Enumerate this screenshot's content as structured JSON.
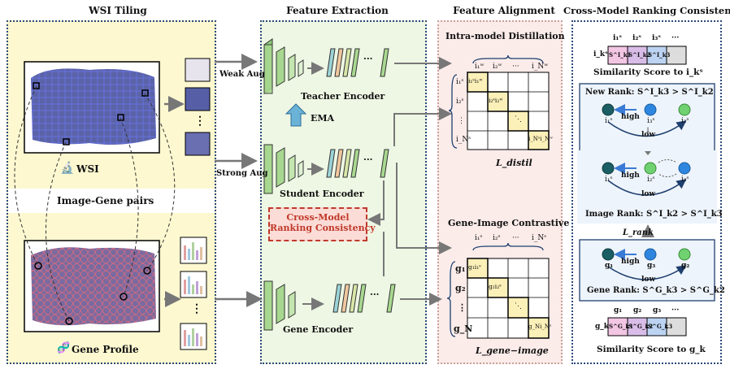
{
  "sections": {
    "wsi_tiling": "WSI Tiling",
    "feature_extraction": "Feature Extraction",
    "feature_alignment": "Feature Alignment",
    "cross_model": "Cross-Model Ranking Consistency"
  },
  "wsi": {
    "label": "WSI",
    "pairs_label": "Image-Gene pairs",
    "gene_profile": "Gene Profile",
    "dots": "⋮"
  },
  "arrows": {
    "weak_aug": "Weak Aug",
    "strong_aug": "Strong Aug"
  },
  "encoders": {
    "teacher": "Teacher Encoder",
    "student": "Student Encoder",
    "gene": "Gene Encoder",
    "ema": "EMA",
    "ellipsis": "···"
  },
  "cmrc_box": {
    "line1": "Cross-Model",
    "line2": "Ranking Consistency"
  },
  "intra": {
    "title": "Intra-model Distillation",
    "col_headers": [
      "i₁ʷ",
      "i₂ʷ",
      "···",
      "i_Nʷ"
    ],
    "row_headers": [
      "i₁ˢ",
      "i₂ˢ",
      "⋮",
      "i_Nˢ"
    ],
    "diag": [
      "i₁ˢi₁ʷ",
      "i₂ˢi₂ʷ",
      "⋱",
      "i_Nˢi_Nʷ"
    ],
    "loss": "L_distil"
  },
  "contrastive": {
    "title": "Gene-Image Contrastive",
    "col_headers": [
      "i₁ˢ",
      "i₂ˢ",
      "···",
      "i_Nˢ"
    ],
    "row_headers": [
      "g₁",
      "g₂",
      "⋮",
      "g_N"
    ],
    "diag": [
      "g₁i₁ˢ",
      "g₂i₂ˢ",
      "⋱",
      "g_Ni_Nˢ"
    ],
    "loss": "L_gene−image"
  },
  "ranking": {
    "top_headers": [
      "i₁ˢ",
      "i₂ˢ",
      "i₃ˢ",
      "···"
    ],
    "top_row_label": "i_kˢ",
    "top_cells": [
      "S^I_k1",
      "S^I_k2",
      "S^I_k3",
      ""
    ],
    "top_caption": "Similarity Score to i_kˢ",
    "new_rank": "New Rank: S^I_k3 > S^I_k2",
    "new_nodes": [
      "i₁ˢ",
      "i₃ˢ",
      "i₂ˢ"
    ],
    "high": "high",
    "low": "low",
    "image_nodes": [
      "i₁ˢ",
      "i₂ˢ",
      "i₃ˢ"
    ],
    "image_rank": "Image Rank: S^I_k2 > S^I_k3",
    "l_rank": "L_rank",
    "gene_nodes": [
      "g₁",
      "g₃",
      "g₂"
    ],
    "gene_rank": "Gene Rank: S^G_k3 > S^G_k2",
    "bottom_headers": [
      "g₁",
      "g₂",
      "g₃",
      "···"
    ],
    "bottom_row_label": "g_k",
    "bottom_cells": [
      "S^G_k1",
      "S^G_k2",
      "S^G_k3",
      ""
    ],
    "bottom_caption": "Similarity Score to g_k"
  },
  "colors": {
    "wsi_bg": "#fdf8d0",
    "feature_bg": "#eef7e4",
    "align_bg": "#fbecea",
    "rank_bg": "#eef4fb",
    "cmrc_fill": "#fbdcd6",
    "cmrc_border": "#c0392b",
    "diag_fill": "#fbf0b8",
    "node_blue": "#2e86de",
    "node_teal": "#1b5e63",
    "node_green": "#6fd16f",
    "cell_pink": "#f3c6e4",
    "cell_purple": "#d9bde8",
    "cell_blue": "#bcd3f2"
  }
}
